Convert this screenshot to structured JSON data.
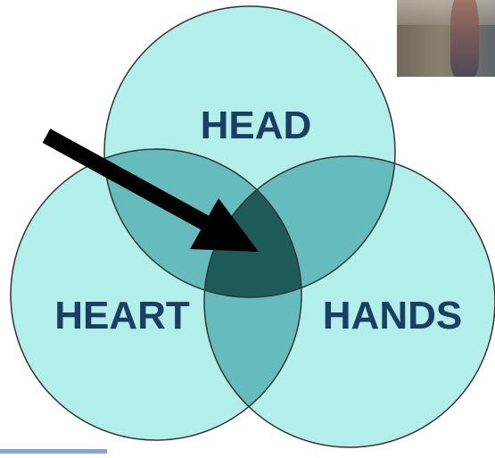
{
  "diagram": {
    "circles": [
      {
        "id": "head",
        "label": "HEAD"
      },
      {
        "id": "heart",
        "label": "HEART"
      },
      {
        "id": "hands",
        "label": "HANDS"
      }
    ],
    "colors": {
      "base": "#b2eeea",
      "overlap_two": "#66bcbc",
      "overlap_center": "#1f5a5a",
      "stroke": "#333333",
      "label": "#1b3f63",
      "arrow": "#000000"
    },
    "arrow_target": "center-overlap"
  },
  "photo": {
    "description_icon": "person-photo-thumbnail"
  }
}
